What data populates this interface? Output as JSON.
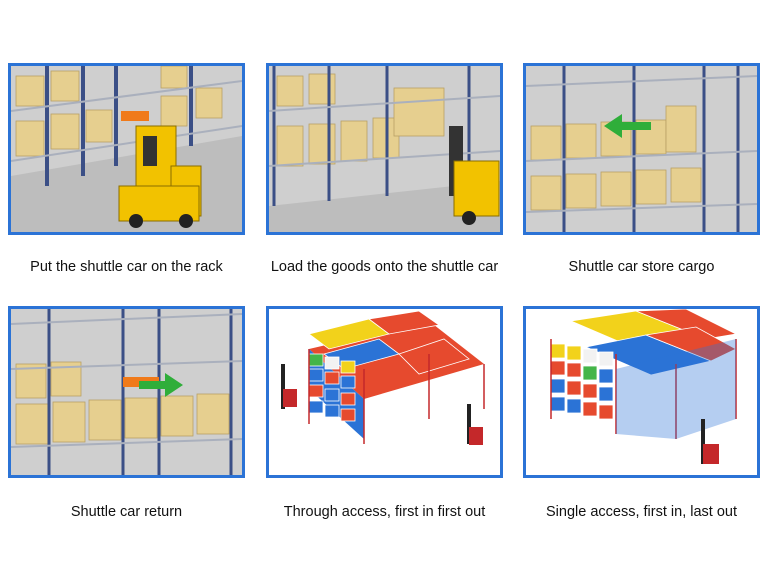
{
  "steps": [
    {
      "caption": "Put the shuttle car on the rack"
    },
    {
      "caption": "Load the goods onto the shuttle car"
    },
    {
      "caption": "Shuttle car store cargo"
    },
    {
      "caption": "Shuttle car return"
    },
    {
      "caption": "Through access, first in first out"
    },
    {
      "caption": "Single access, first in, last out"
    }
  ],
  "colors": {
    "frame_border": "#2b73d6",
    "upright": "#3b4f86",
    "beam_orange": "#f07a1a",
    "rail": "#c9ccd3",
    "carton": "#e6cf8f",
    "forklift_yellow": "#f2c200",
    "arrow_green": "#2fae3a",
    "box_colors": [
      "#e64a2e",
      "#2b73d6",
      "#f2d21b",
      "#44b549",
      "#f2f2f2"
    ]
  },
  "icons": [
    "forklift-icon",
    "shuttle-car-icon",
    "direction-arrow-icon",
    "rack-icon"
  ]
}
